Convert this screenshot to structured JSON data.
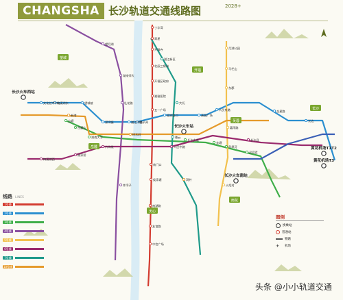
{
  "header": {
    "title_en": "CHANGSHA",
    "title_cn": "长沙轨道交通线路图",
    "year": "2028+"
  },
  "colors": {
    "brand": "#8f9a3c",
    "line1": "#d33b2f",
    "line2": "#2b8fd0",
    "line3": "#3fae49",
    "line4": "#8a4fa0",
    "line5": "#f2c14e",
    "line6": "#9a2a6d",
    "line7": "#1f9a8a",
    "line10": "#e59a2b",
    "line_airport": "#3a5fb6",
    "district_fill": "#7aa62e"
  },
  "legend": {
    "title": "线路",
    "subtitle": "LINES",
    "lines": [
      {
        "name": "1号线",
        "color": "#d33b2f"
      },
      {
        "name": "2号线",
        "color": "#2b8fd0"
      },
      {
        "name": "3号线",
        "color": "#3fae49"
      },
      {
        "name": "4号线",
        "color": "#8a4fa0"
      },
      {
        "name": "5号线",
        "color": "#f2c14e"
      },
      {
        "name": "6号线",
        "color": "#9a2a6d"
      },
      {
        "name": "7号线",
        "color": "#1f9a8a"
      },
      {
        "name": "10号线",
        "color": "#e59a2b"
      }
    ]
  },
  "tuli": {
    "title": "图例",
    "items": [
      {
        "symbol": "circle",
        "label": "换乘站"
      },
      {
        "symbol": "ring",
        "label": "普通站"
      },
      {
        "symbol": "rail",
        "label": "铁路"
      },
      {
        "symbol": "airport",
        "label": "机场"
      }
    ]
  },
  "districts": [
    {
      "name": "开福",
      "color": "#7aa62e"
    },
    {
      "name": "芙蓉",
      "color": "#7aa62e"
    },
    {
      "name": "长沙",
      "color": "#7aa62e"
    },
    {
      "name": "岳麓",
      "color": "#7aa62e"
    },
    {
      "name": "天心",
      "color": "#7aa62e"
    },
    {
      "name": "雨花",
      "color": "#7aa62e"
    },
    {
      "name": "望城",
      "color": "#7aa62e"
    }
  ],
  "hubs": [
    {
      "name": "长沙火车站"
    },
    {
      "name": "长沙火车南站"
    },
    {
      "name": "长沙火车西站"
    },
    {
      "name": "黄花机场T1T2"
    },
    {
      "name": "黄花机场T3"
    }
  ],
  "stations": [
    {
      "name": "丁字湾",
      "color": "#d33b2f"
    },
    {
      "name": "高星",
      "color": "#d33b2f"
    },
    {
      "name": "开福寺",
      "color": "#d33b2f"
    },
    {
      "name": "北辰三角洲",
      "color": "#d33b2f"
    },
    {
      "name": "五一广场",
      "color": "#d33b2f"
    },
    {
      "name": "南门口",
      "color": "#d33b2f"
    },
    {
      "name": "侯家塘",
      "color": "#d33b2f"
    },
    {
      "name": "南湖路",
      "color": "#d33b2f"
    },
    {
      "name": "友谊路",
      "color": "#d33b2f"
    },
    {
      "name": "中信广场",
      "color": "#d33b2f"
    },
    {
      "name": "开福区政府",
      "color": "#d33b2f"
    },
    {
      "name": "湘雅医院",
      "color": "#d33b2f"
    },
    {
      "name": "橘子洲",
      "color": "#2b8fd0"
    },
    {
      "name": "湘江中路",
      "color": "#2b8fd0"
    },
    {
      "name": "迎宾路口",
      "color": "#2b8fd0"
    },
    {
      "name": "芙蓉广场",
      "color": "#2b8fd0"
    },
    {
      "name": "人民东路",
      "color": "#2b8fd0"
    },
    {
      "name": "溁湾镇",
      "color": "#2b8fd0"
    },
    {
      "name": "望城坡",
      "color": "#2b8fd0"
    },
    {
      "name": "梅溪湖东",
      "color": "#2b8fd0"
    },
    {
      "name": "文化艺术中心",
      "color": "#2b8fd0"
    },
    {
      "name": "金星路",
      "color": "#2b8fd0"
    },
    {
      "name": "光达",
      "color": "#2b8fd0"
    },
    {
      "name": "长沙大道",
      "color": "#3fae49"
    },
    {
      "name": "圭塘",
      "color": "#3fae49"
    },
    {
      "name": "阜埠河",
      "color": "#3fae49"
    },
    {
      "name": "灵官渡",
      "color": "#3fae49"
    },
    {
      "name": "湖南大学",
      "color": "#3fae49"
    },
    {
      "name": "岳麓山",
      "color": "#3fae49"
    },
    {
      "name": "山塘",
      "color": "#3fae49"
    },
    {
      "name": "望月湖",
      "color": "#8a4fa0"
    },
    {
      "name": "湖南师大",
      "color": "#8a4fa0"
    },
    {
      "name": "杜花路",
      "color": "#8a4fa0"
    },
    {
      "name": "井湾子",
      "color": "#8a4fa0"
    },
    {
      "name": "月湖公园",
      "color": "#f2c14e"
    },
    {
      "name": "马栏山",
      "color": "#f2c14e"
    },
    {
      "name": "东郡",
      "color": "#f2c14e"
    },
    {
      "name": "嘉雨路",
      "color": "#f2c14e"
    },
    {
      "name": "火炬村",
      "color": "#f2c14e"
    },
    {
      "name": "梅溪湖西",
      "color": "#9a2a6d"
    },
    {
      "name": "谢家桥",
      "color": "#9a2a6d"
    },
    {
      "name": "六沟垅",
      "color": "#9a2a6d"
    },
    {
      "name": "人民中路",
      "color": "#9a2a6d"
    },
    {
      "name": "长沙县",
      "color": "#9a2a6d"
    },
    {
      "name": "湘江新区",
      "color": "#1f9a8a"
    },
    {
      "name": "大托",
      "color": "#1f9a8a"
    },
    {
      "name": "暮云",
      "color": "#1f9a8a"
    },
    {
      "name": "洞井",
      "color": "#e59a2b"
    },
    {
      "name": "新港",
      "color": "#e59a2b"
    },
    {
      "name": "树木岭",
      "color": "#e59a2b"
    }
  ],
  "watermark": "头条 @小小轨道交通"
}
